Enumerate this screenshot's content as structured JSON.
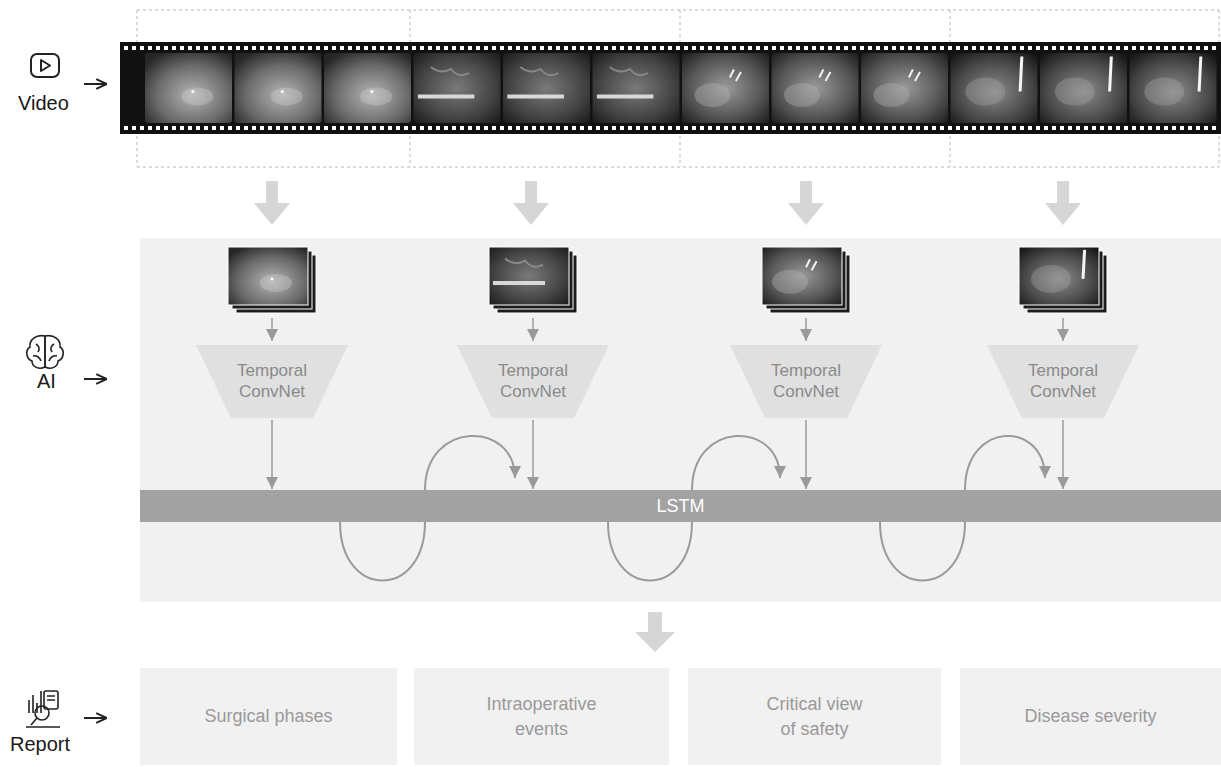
{
  "diagram": {
    "nodes": [
      {
        "text": [
          "Temporal ConvNet"
        ]
      },
      {
        "text": [
          "Temporal ConvNet"
        ]
      },
      {
        "text": [
          "Temporal ConvNet"
        ]
      },
      {
        "text": [
          "Temporal ConvNet"
        ]
      },
      {
        "text": [
          "LSTM"
        ]
      },
      {
        "text": [
          "Surgical phases"
        ]
      },
      {
        "text": [
          "Intraoperative events"
        ]
      },
      {
        "text": [
          "Critical view of safety"
        ]
      },
      {
        "text": [
          "Disease severity"
        ]
      }
    ],
    "edges": [
      {
        "from": 0,
        "to": 4,
        "arrow": "to"
      },
      {
        "from": 1,
        "to": 4,
        "arrow": "to"
      },
      {
        "from": 2,
        "to": 4,
        "arrow": "to"
      },
      {
        "from": 3,
        "to": 4,
        "arrow": "to"
      }
    ],
    "labels": [
      "Video",
      "AI",
      "Report"
    ]
  }
}
